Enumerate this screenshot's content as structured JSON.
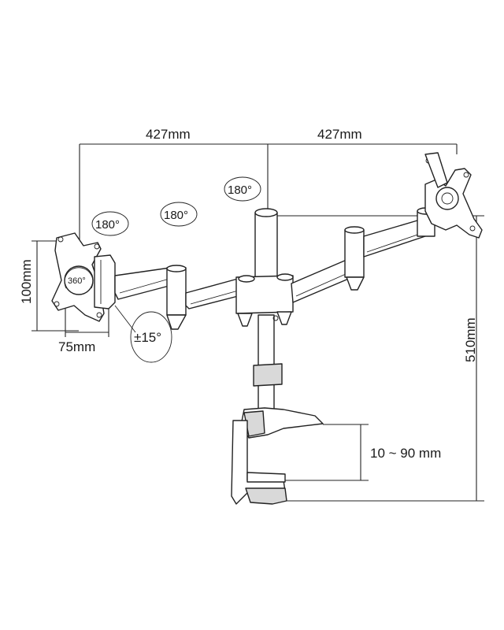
{
  "diagram": {
    "dimensions": {
      "arm_left_width": "427mm",
      "arm_right_width": "427mm",
      "vesa_height": "100mm",
      "vesa_width": "75mm",
      "pole_height": "510mm",
      "clamp_range": "10 ~ 90 mm"
    },
    "rotations": {
      "screen_rotation": "360°",
      "left_joint": "180°",
      "middle_joint": "180°",
      "top_joint": "180°",
      "tilt": "±15°"
    }
  }
}
